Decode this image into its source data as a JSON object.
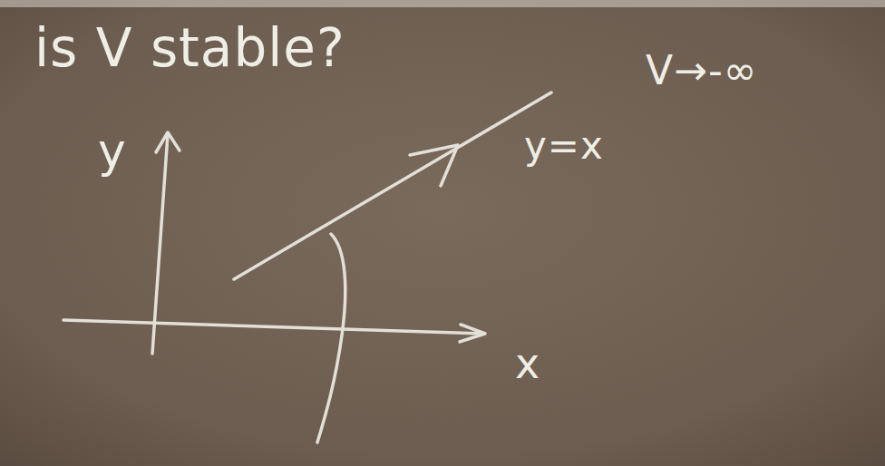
{
  "diagram": {
    "title": "is V stable?",
    "labels": [
      "V→-∞",
      "y=x",
      "y",
      "x"
    ]
  }
}
